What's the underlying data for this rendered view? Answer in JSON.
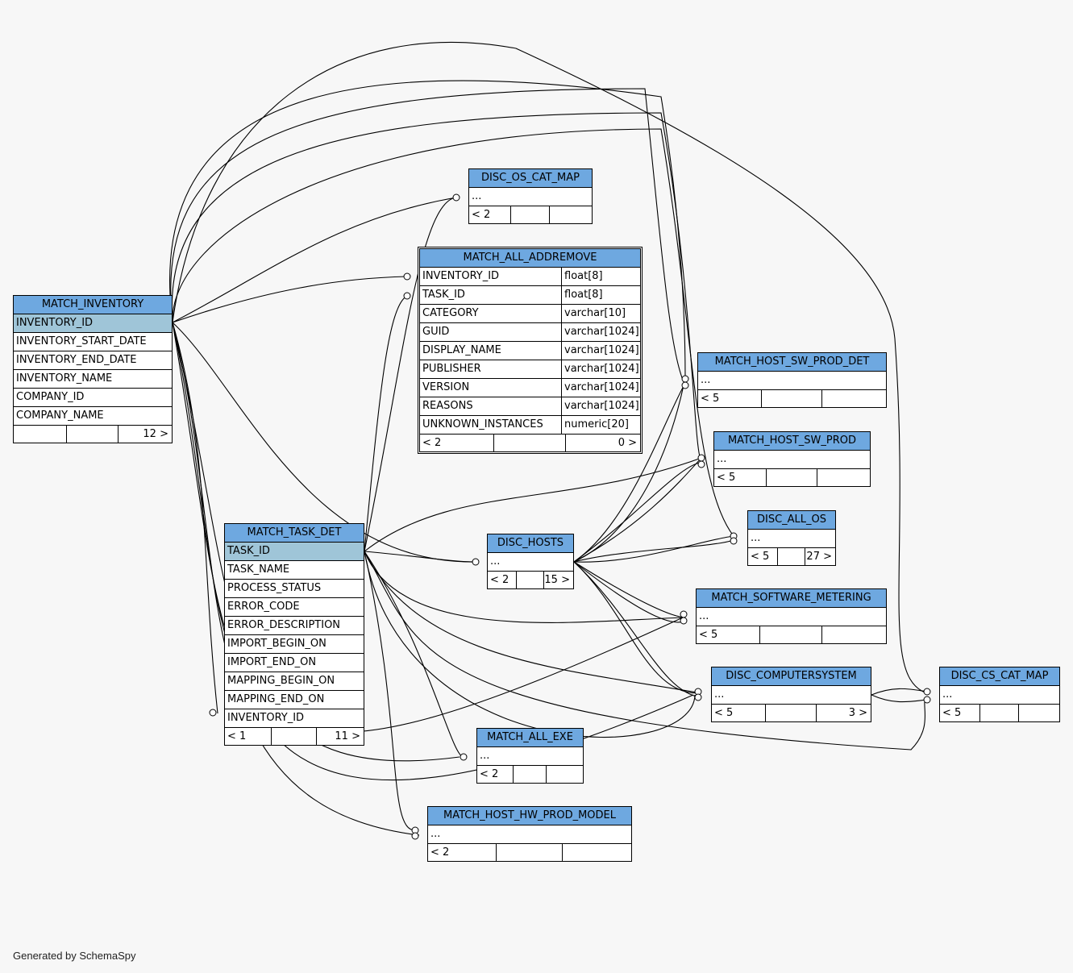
{
  "diagram": {
    "footer": "Generated by SchemaSpy",
    "tables": [
      {
        "id": "match_inventory",
        "title": "MATCH_INVENTORY",
        "rows": [
          {
            "name": "INVENTORY_ID",
            "key": true
          },
          {
            "name": "INVENTORY_START_DATE"
          },
          {
            "name": "INVENTORY_END_DATE"
          },
          {
            "name": "INVENTORY_NAME"
          },
          {
            "name": "COMPANY_ID"
          },
          {
            "name": "COMPANY_NAME"
          }
        ],
        "footer": [
          "",
          "",
          "12 >"
        ]
      },
      {
        "id": "match_task_det",
        "title": "MATCH_TASK_DET",
        "rows": [
          {
            "name": "TASK_ID",
            "key": true
          },
          {
            "name": "TASK_NAME"
          },
          {
            "name": "PROCESS_STATUS"
          },
          {
            "name": "ERROR_CODE"
          },
          {
            "name": "ERROR_DESCRIPTION"
          },
          {
            "name": "IMPORT_BEGIN_ON"
          },
          {
            "name": "IMPORT_END_ON"
          },
          {
            "name": "MAPPING_BEGIN_ON"
          },
          {
            "name": "MAPPING_END_ON"
          },
          {
            "name": "INVENTORY_ID"
          }
        ],
        "footer": [
          "< 1",
          "",
          "11 >"
        ]
      },
      {
        "id": "disc_os_cat_map",
        "title": "DISC_OS_CAT_MAP",
        "rows": [
          {
            "name": "..."
          }
        ],
        "footer": [
          "< 2",
          "",
          ""
        ]
      },
      {
        "id": "match_all_addremove",
        "title": "MATCH_ALL_ADDREMOVE",
        "focus": true,
        "rows": [
          {
            "name": "INVENTORY_ID",
            "type": "float[8]"
          },
          {
            "name": "TASK_ID",
            "type": "float[8]"
          },
          {
            "name": "CATEGORY",
            "type": "varchar[10]"
          },
          {
            "name": "GUID",
            "type": "varchar[1024]"
          },
          {
            "name": "DISPLAY_NAME",
            "type": "varchar[1024]"
          },
          {
            "name": "PUBLISHER",
            "type": "varchar[1024]"
          },
          {
            "name": "VERSION",
            "type": "varchar[1024]"
          },
          {
            "name": "REASONS",
            "type": "varchar[1024]"
          },
          {
            "name": "UNKNOWN_INSTANCES",
            "type": "numeric[20]"
          }
        ],
        "footer": [
          "< 2",
          "",
          "0 >"
        ]
      },
      {
        "id": "disc_hosts",
        "title": "DISC_HOSTS",
        "rows": [
          {
            "name": "..."
          }
        ],
        "footer": [
          "< 2",
          "",
          "15 >"
        ]
      },
      {
        "id": "match_host_sw_prod_det",
        "title": "MATCH_HOST_SW_PROD_DET",
        "rows": [
          {
            "name": "..."
          }
        ],
        "footer": [
          "< 5",
          "",
          ""
        ]
      },
      {
        "id": "match_host_sw_prod",
        "title": "MATCH_HOST_SW_PROD",
        "rows": [
          {
            "name": "..."
          }
        ],
        "footer": [
          "< 5",
          "",
          ""
        ]
      },
      {
        "id": "disc_all_os",
        "title": "DISC_ALL_OS",
        "rows": [
          {
            "name": "..."
          }
        ],
        "footer": [
          "< 5",
          "",
          "27 >"
        ]
      },
      {
        "id": "match_software_metering",
        "title": "MATCH_SOFTWARE_METERING",
        "rows": [
          {
            "name": "..."
          }
        ],
        "footer": [
          "< 5",
          "",
          ""
        ]
      },
      {
        "id": "disc_computersystem",
        "title": "DISC_COMPUTERSYSTEM",
        "rows": [
          {
            "name": "..."
          }
        ],
        "footer": [
          "< 5",
          "",
          "3 >"
        ]
      },
      {
        "id": "disc_cs_cat_map",
        "title": "DISC_CS_CAT_MAP",
        "rows": [
          {
            "name": "..."
          }
        ],
        "footer": [
          "< 5",
          "",
          ""
        ]
      },
      {
        "id": "match_all_exe",
        "title": "MATCH_ALL_EXE",
        "rows": [
          {
            "name": "..."
          }
        ],
        "footer": [
          "< 2",
          "",
          ""
        ]
      },
      {
        "id": "match_host_hw_prod_model",
        "title": "MATCH_HOST_HW_PROD_MODEL",
        "rows": [
          {
            "name": "..."
          }
        ],
        "footer": [
          "< 2",
          "",
          ""
        ]
      }
    ]
  }
}
